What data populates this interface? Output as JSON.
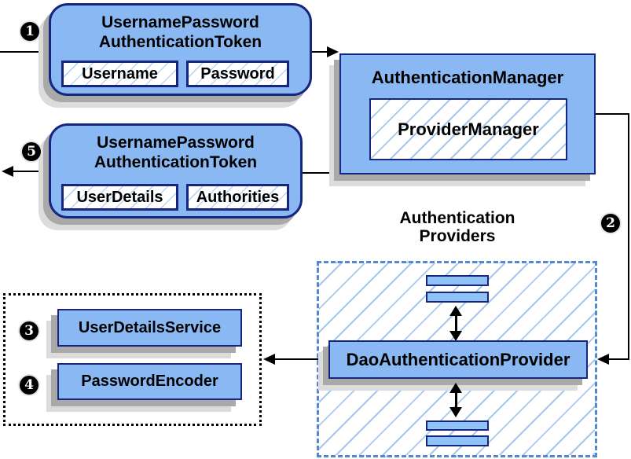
{
  "badges": {
    "b1": "1",
    "b2": "2",
    "b3": "3",
    "b4": "4",
    "b5": "5"
  },
  "request_token": {
    "title1": "UsernamePassword",
    "title2": "AuthenticationToken",
    "field1": "Username",
    "field2": "Password"
  },
  "auth_manager": {
    "title": "AuthenticationManager",
    "inner": "ProviderManager"
  },
  "response_token": {
    "title1": "UsernamePassword",
    "title2": "AuthenticationToken",
    "field1": "UserDetails",
    "field2": "Authorities"
  },
  "providers_group": {
    "label1": "Authentication",
    "label2": "Providers"
  },
  "dao_provider": {
    "label": "DaoAuthenticationProvider"
  },
  "services": {
    "user_details_service": "UserDetailsService",
    "password_encoder": "PasswordEncoder"
  },
  "colors": {
    "box_fill": "#89b8f2",
    "bar_fill": "#8fc3f7",
    "border": "#16267e",
    "hatch": "#a6c8ee",
    "hatch_lt": "#bcd7f3",
    "dashed_border": "#5588cc",
    "shadow": "#a9a9a9",
    "shadow_light": "#dcdcdc",
    "badge_bg": "#000000",
    "badge_fg": "#ffffff",
    "line": "#000000"
  }
}
